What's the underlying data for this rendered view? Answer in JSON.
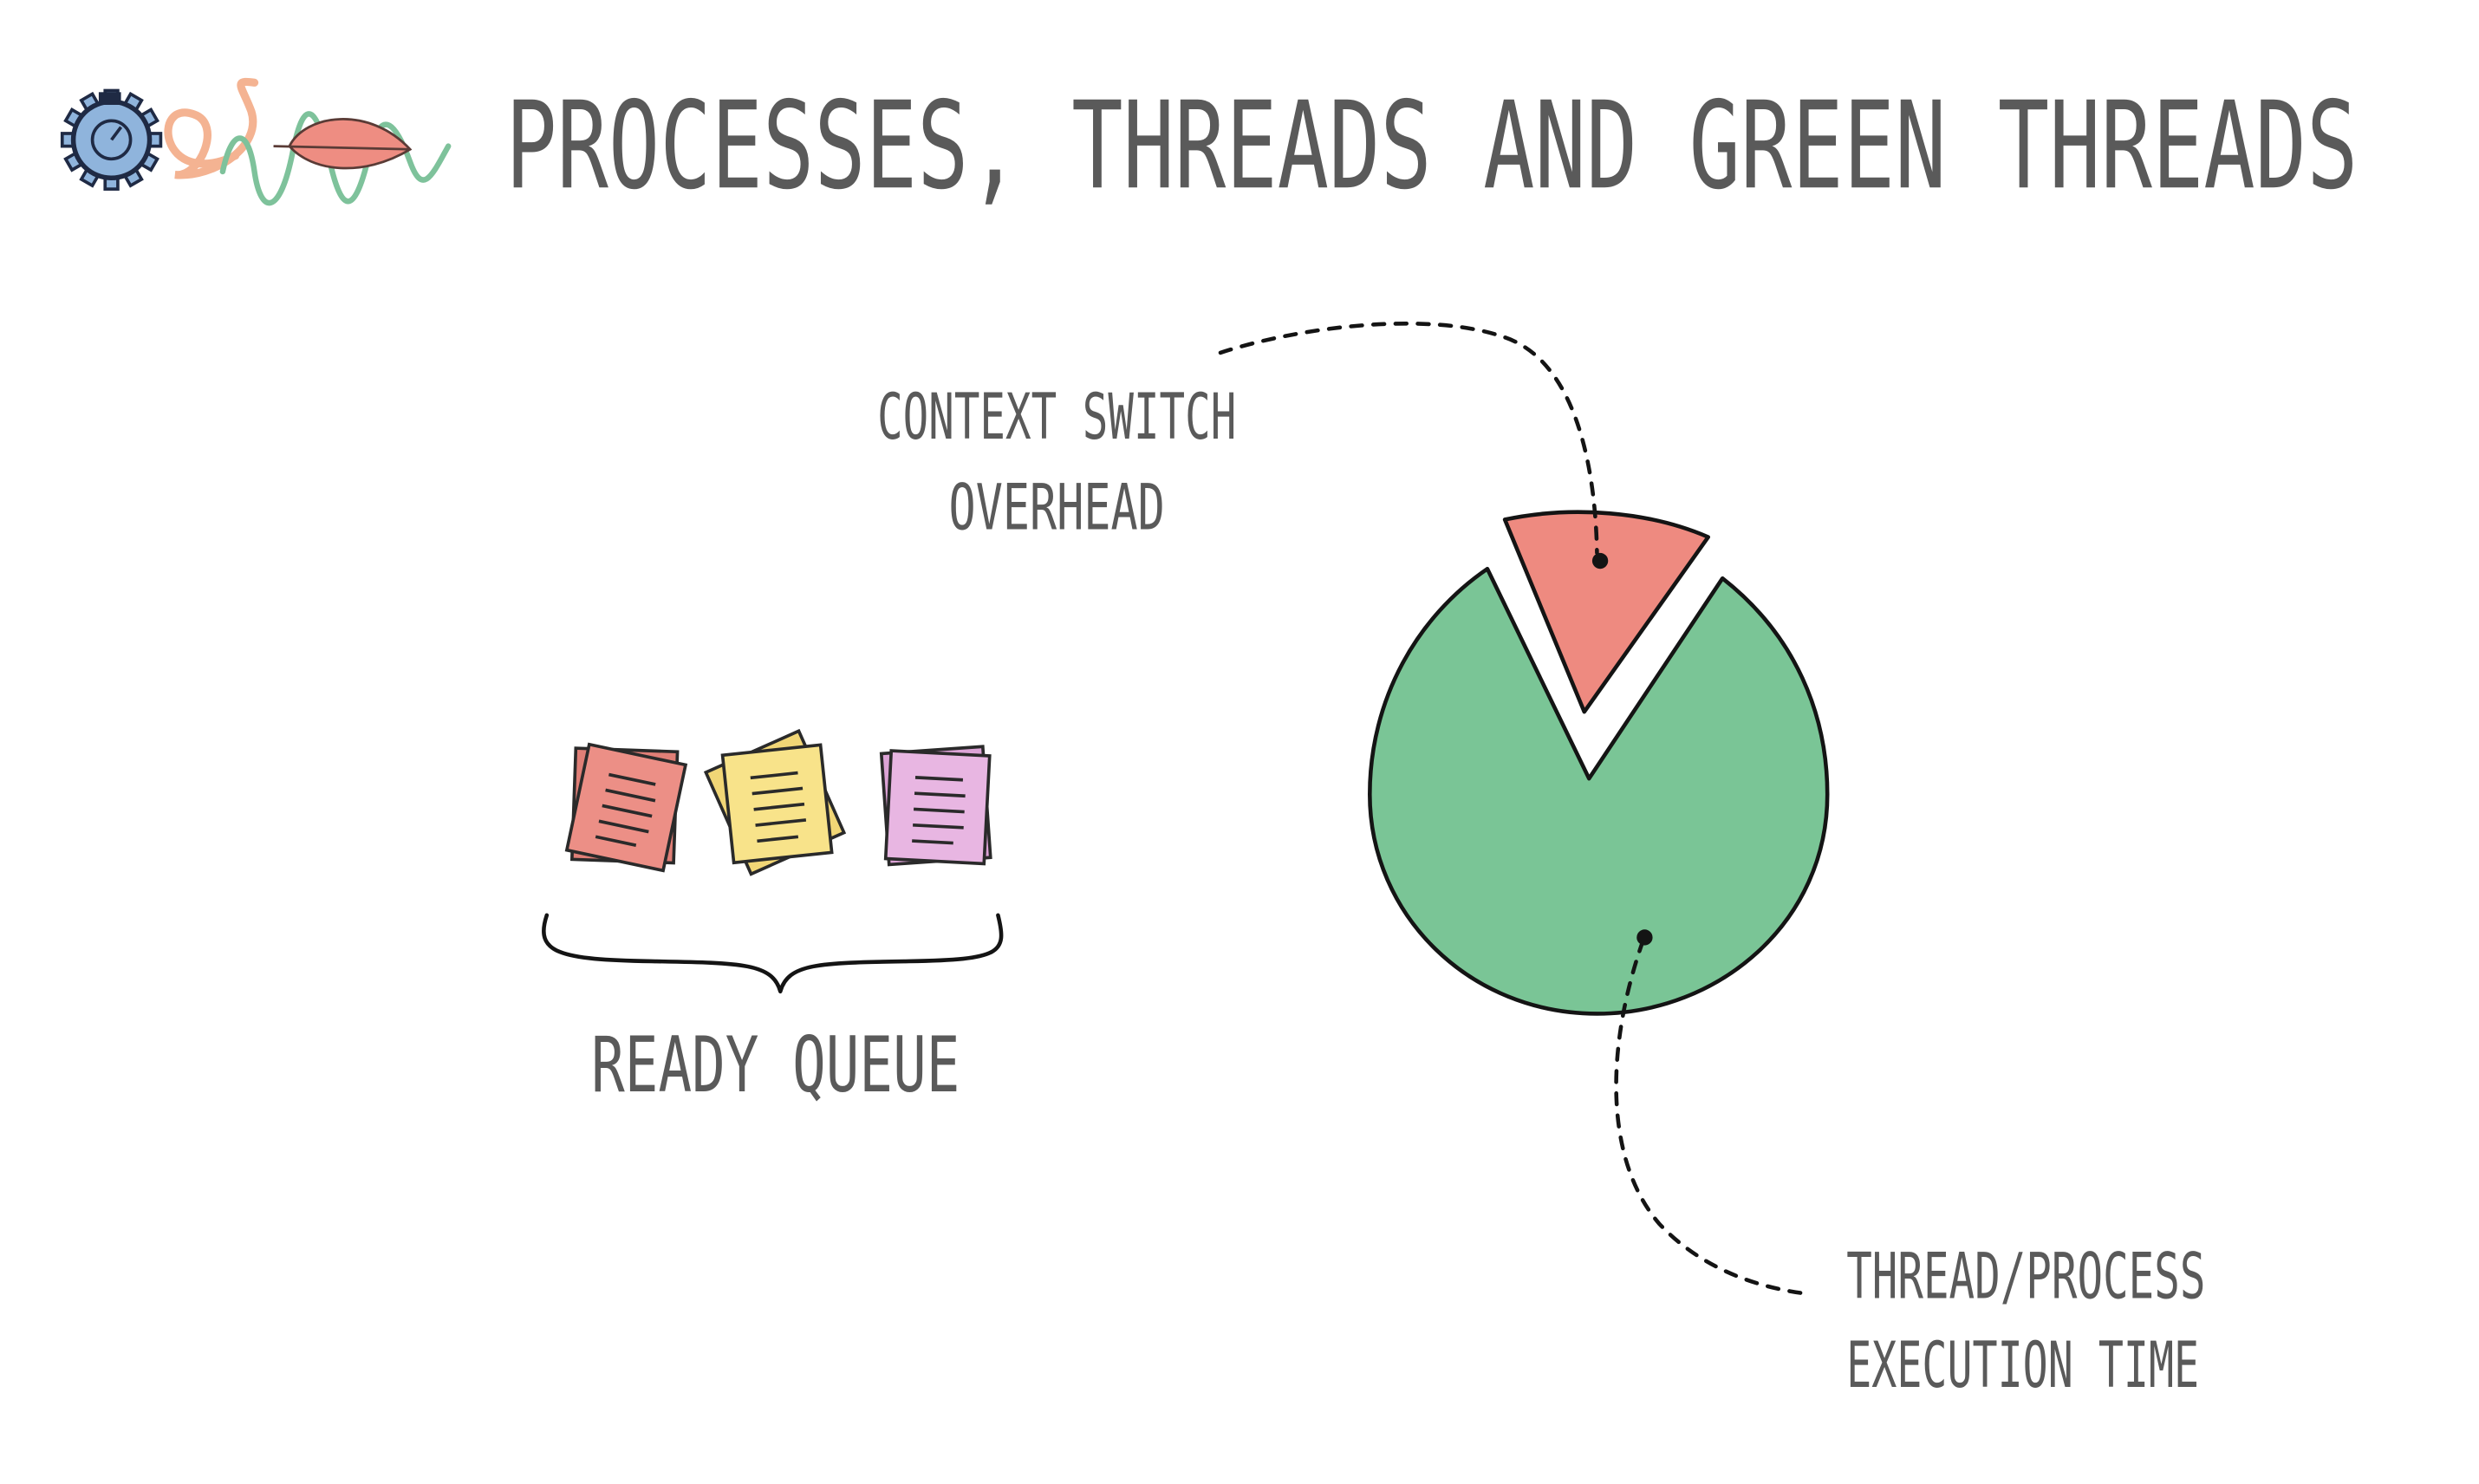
{
  "title": "PROCESSES, THREADS AND GREEN THREADS",
  "labels": {
    "context_switch_line1": "CONTEXT SWITCH",
    "context_switch_line2": "OVERHEAD",
    "ready_queue": "READY QUEUE",
    "execution_line1": "THREAD/PROCESS",
    "execution_line2": "EXECUTION TIME"
  },
  "logo": {
    "icons": [
      "gear-icon",
      "squiggle-icon",
      "wave-icon",
      "leaf-icon"
    ],
    "colors": {
      "gear": "#8fb4dc",
      "squiggle": "#f4b392",
      "wave": "#7ec29b",
      "leaf": "#ee8d82"
    }
  },
  "queue": {
    "items": [
      {
        "name": "red-document-icon",
        "color": "#ec8f86"
      },
      {
        "name": "yellow-document-icon",
        "color": "#f8e38a"
      },
      {
        "name": "pink-document-icon",
        "color": "#e8b6e2"
      }
    ]
  },
  "pie": {
    "overhead_color": "#ee8a80",
    "execution_color": "#7ac596"
  }
}
